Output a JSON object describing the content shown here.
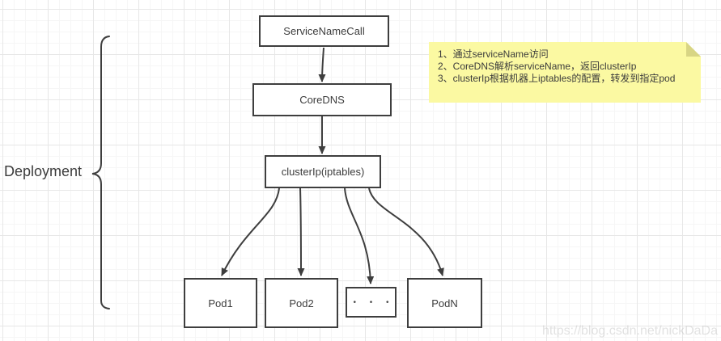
{
  "diagram": {
    "nodes": {
      "service_name_call": "ServiceNameCall",
      "core_dns": "CoreDNS",
      "cluster_ip": "clusterIp(iptables)",
      "pod1": "Pod1",
      "pod2": "Pod2",
      "pod_ellipsis": "• • •",
      "pod_n": "PodN"
    },
    "group_label": "Deployment",
    "note": {
      "lines": [
        "1、通过serviceName访问",
        "2、CoreDNS解析serviceName，返回clusterIp",
        "3、clusterIp根据机器上iptables的配置，转发到指定pod"
      ],
      "background_color": "#FBF9A2",
      "fold_color": "#D8D584"
    },
    "watermark": "https://blog.csdn.net/nickDaDa",
    "colors": {
      "edge_stroke": "#3E3E3E",
      "node_border": "#3E3E3E",
      "node_fill": "#FFFFFF",
      "grid_major": "#E7E7E7",
      "grid_minor": "#F6F6F6"
    }
  }
}
